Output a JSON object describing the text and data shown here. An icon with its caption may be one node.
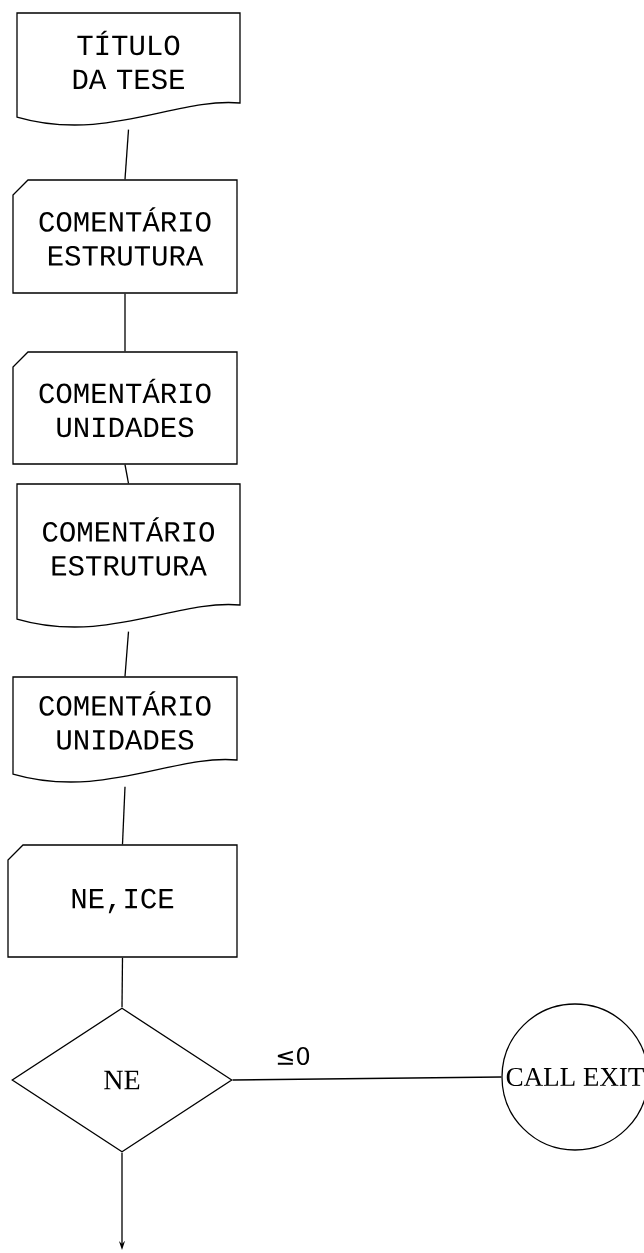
{
  "diagram": {
    "nodes": [
      {
        "text": [
          "TÍTULO DA TESE"
        ]
      },
      {
        "text": [
          "COMENTÁRIO ESTRUTURA"
        ]
      },
      {
        "text": [
          "COMENTÁRIO UNIDADES"
        ]
      },
      {
        "text": [
          "COMENTÁRIO ESTRUTURA"
        ]
      },
      {
        "text": [
          "COMENTÁRIO UNIDADES"
        ]
      },
      {
        "text": [
          "NE,ICE"
        ]
      },
      {
        "text": [
          "NE"
        ]
      },
      {
        "text": [
          "CALL EXIT"
        ]
      }
    ],
    "edges": [
      {
        "from": 0,
        "to": 1,
        "arrow": "none"
      },
      {
        "from": 1,
        "to": 2,
        "arrow": "none"
      },
      {
        "from": 2,
        "to": 3,
        "arrow": "none"
      },
      {
        "from": 3,
        "to": 4,
        "arrow": "none"
      },
      {
        "from": 4,
        "to": 5,
        "arrow": "none"
      },
      {
        "from": 5,
        "to": 6,
        "arrow": "none"
      },
      {
        "from": 6,
        "to": 7,
        "label": "≤0",
        "arrow": "none"
      },
      {
        "from": 6,
        "to": null,
        "arrow": "to"
      }
    ]
  }
}
